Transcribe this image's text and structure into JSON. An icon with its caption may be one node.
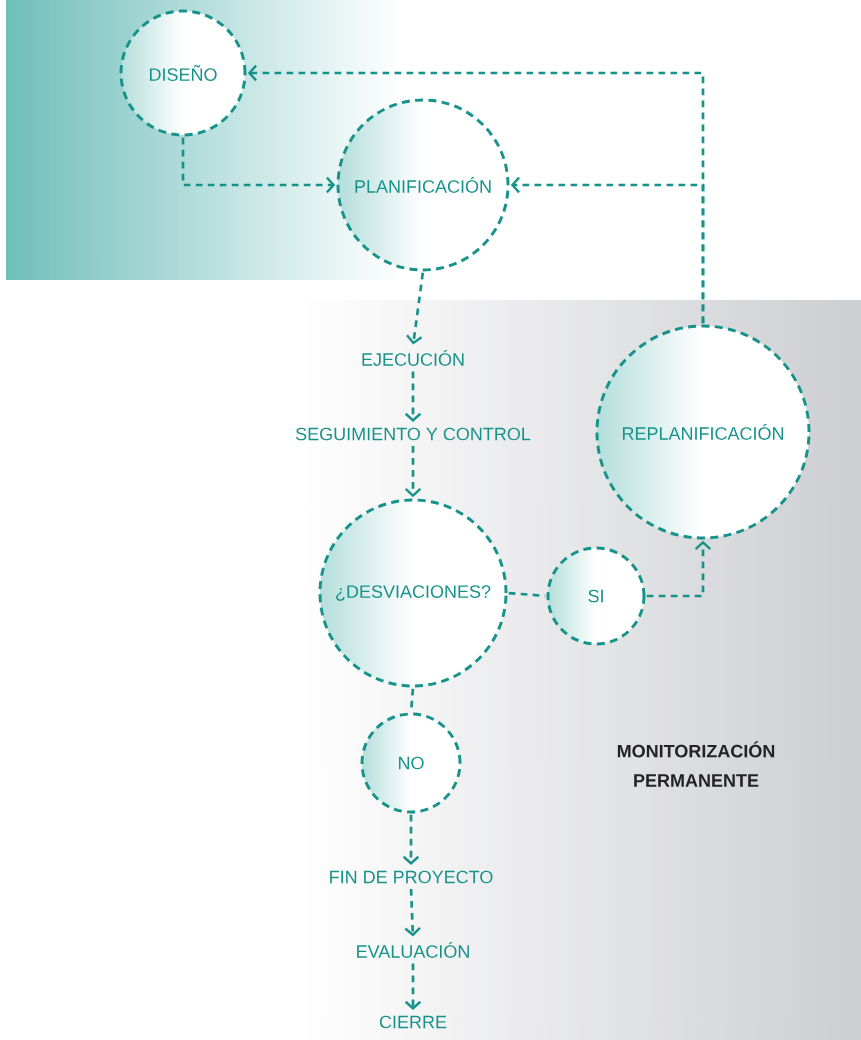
{
  "diagram": {
    "nodes": [
      {
        "text": [
          "DISEÑO"
        ]
      },
      {
        "text": [
          "PLANIFICACIÓN"
        ]
      },
      {
        "text": [
          "EJECUCIÓN"
        ]
      },
      {
        "text": [
          "SEGUIMIENTO Y CONTROL"
        ]
      },
      {
        "text": [
          "¿DESVIACIONES?"
        ]
      },
      {
        "text": [
          "REPLANIFICACIÓN"
        ]
      },
      {
        "text": [
          "SI"
        ]
      },
      {
        "text": [
          "NO"
        ]
      },
      {
        "text": [
          "FIN DE PROYECTO"
        ]
      },
      {
        "text": [
          "EVALUACIÓN"
        ]
      },
      {
        "text": [
          "CIERRE"
        ]
      }
    ],
    "edges": [
      {
        "from": 0,
        "to": 1,
        "arrow": "to"
      },
      {
        "from": 1,
        "to": 2,
        "arrow": "to"
      },
      {
        "from": 2,
        "to": 3,
        "arrow": "to"
      },
      {
        "from": 3,
        "to": 4,
        "arrow": "to"
      },
      {
        "from": 4,
        "to": 6,
        "arrow": "none"
      },
      {
        "from": 6,
        "to": 5,
        "arrow": "to"
      },
      {
        "from": 5,
        "to": 1,
        "arrow": "to"
      },
      {
        "from": 5,
        "to": 0,
        "arrow": "to"
      },
      {
        "from": 4,
        "to": 7,
        "arrow": "none"
      },
      {
        "from": 7,
        "to": 8,
        "arrow": "to"
      },
      {
        "from": 8,
        "to": 9,
        "arrow": "to"
      },
      {
        "from": 9,
        "to": 10,
        "arrow": "to"
      }
    ],
    "labels": [
      "MONITORIZACIÓN PERMANENTE"
    ]
  }
}
